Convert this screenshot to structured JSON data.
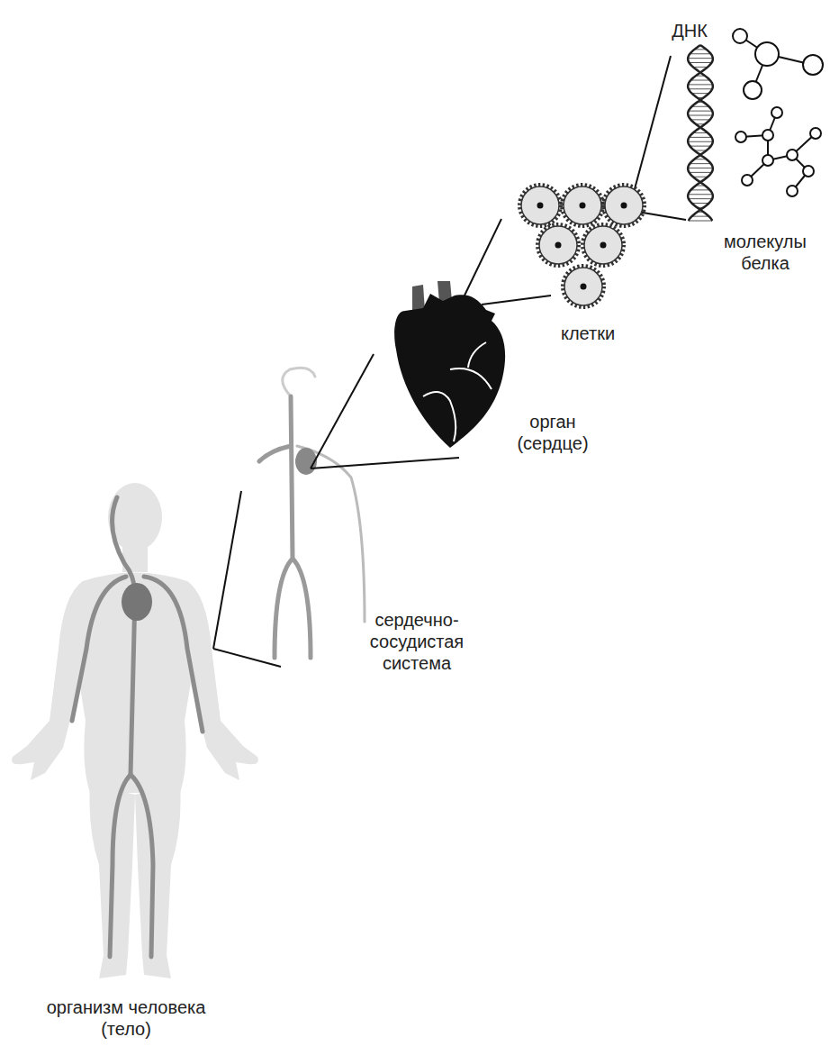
{
  "diagram": {
    "labels": [
      "ДНК",
      "молекулы белка",
      "клетки",
      "орган (сердце)",
      "сердечно-сосудистая система",
      "организм человека (тело)"
    ]
  }
}
